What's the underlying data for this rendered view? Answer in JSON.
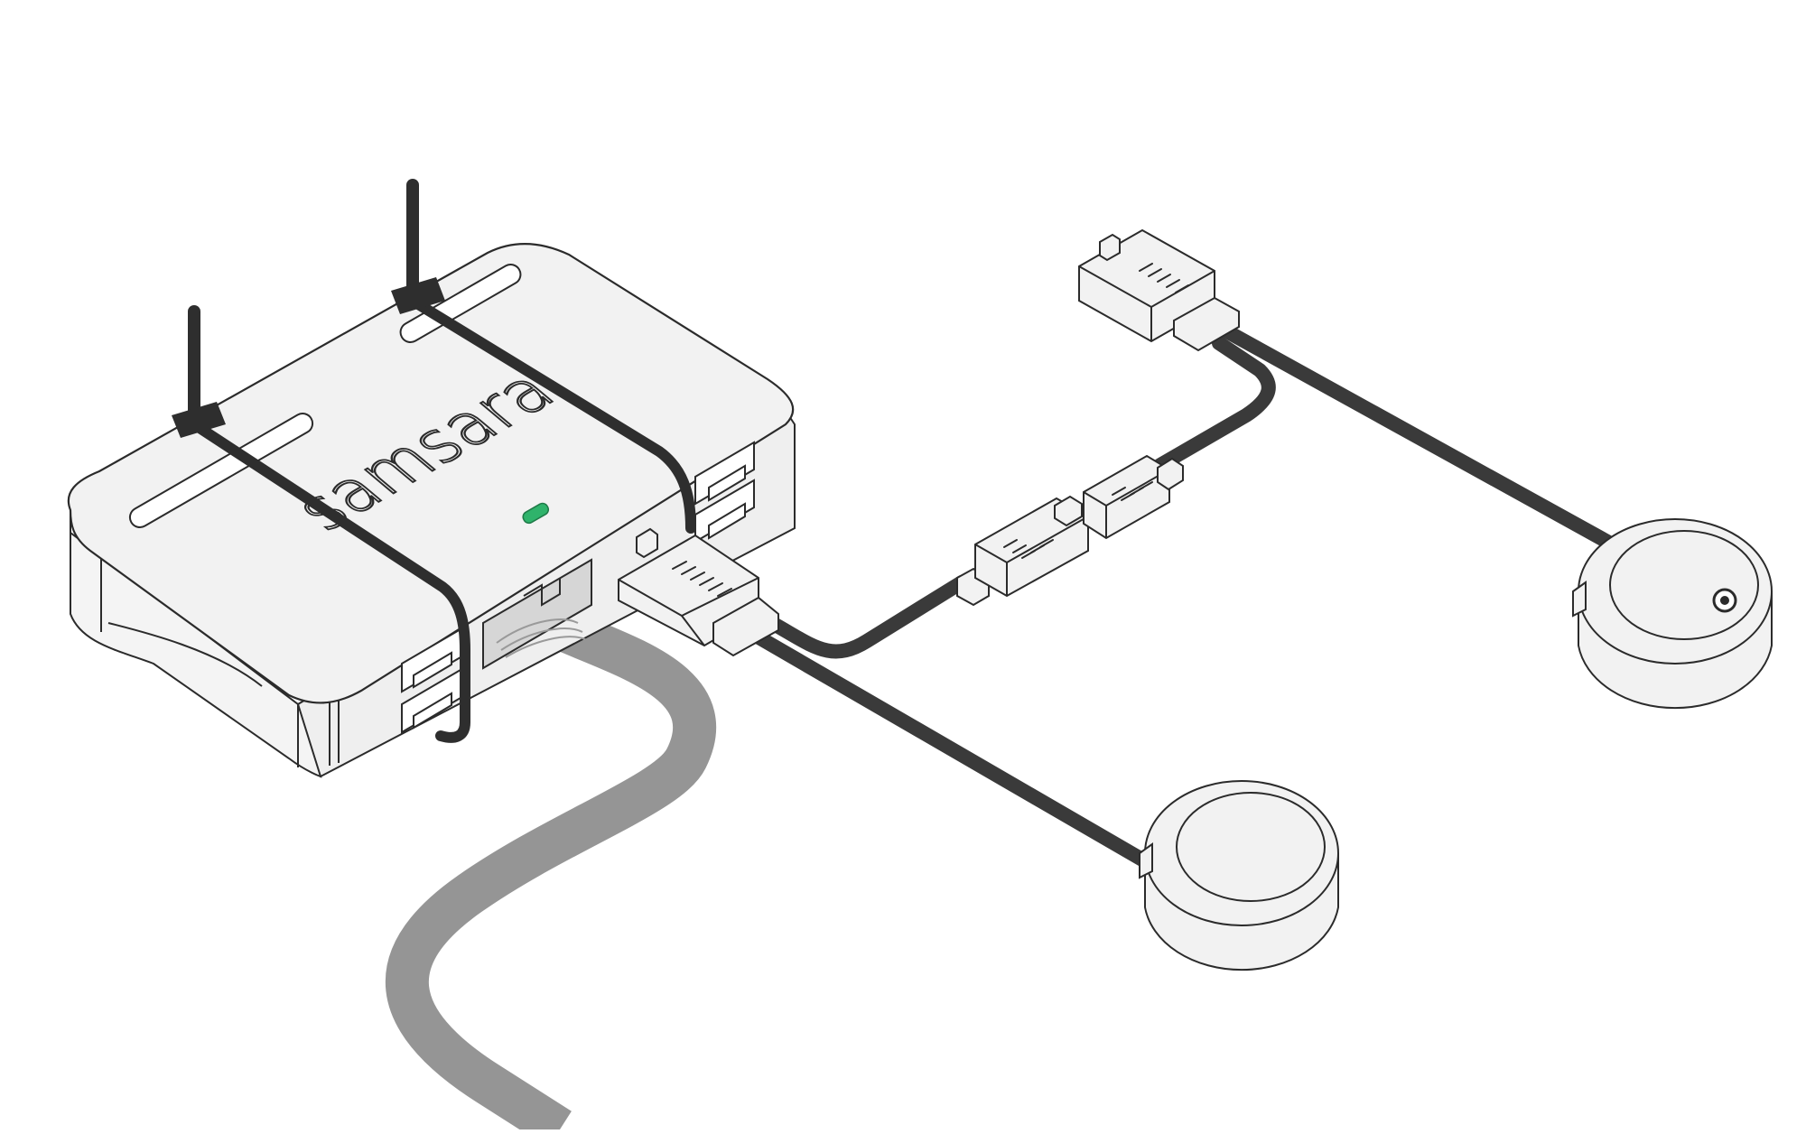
{
  "diagram": {
    "type": "isometric hardware installation illustration",
    "device": {
      "brand_logo": "samsara",
      "status_led_color": "#2fb36b",
      "body_color": "#f2f2f2",
      "outline_color": "#2b2b2b"
    },
    "cable_colors": {
      "sensor_cable": "#3a3a3a",
      "harness_cable": "#959595",
      "zip_tie": "#2e2e2e"
    },
    "parts": [
      "gateway",
      "zip-tie",
      "zip-tie",
      "harness-cable",
      "rj-connector",
      "inline-connector",
      "sensor-puck",
      "sensor-puck-with-button"
    ]
  }
}
